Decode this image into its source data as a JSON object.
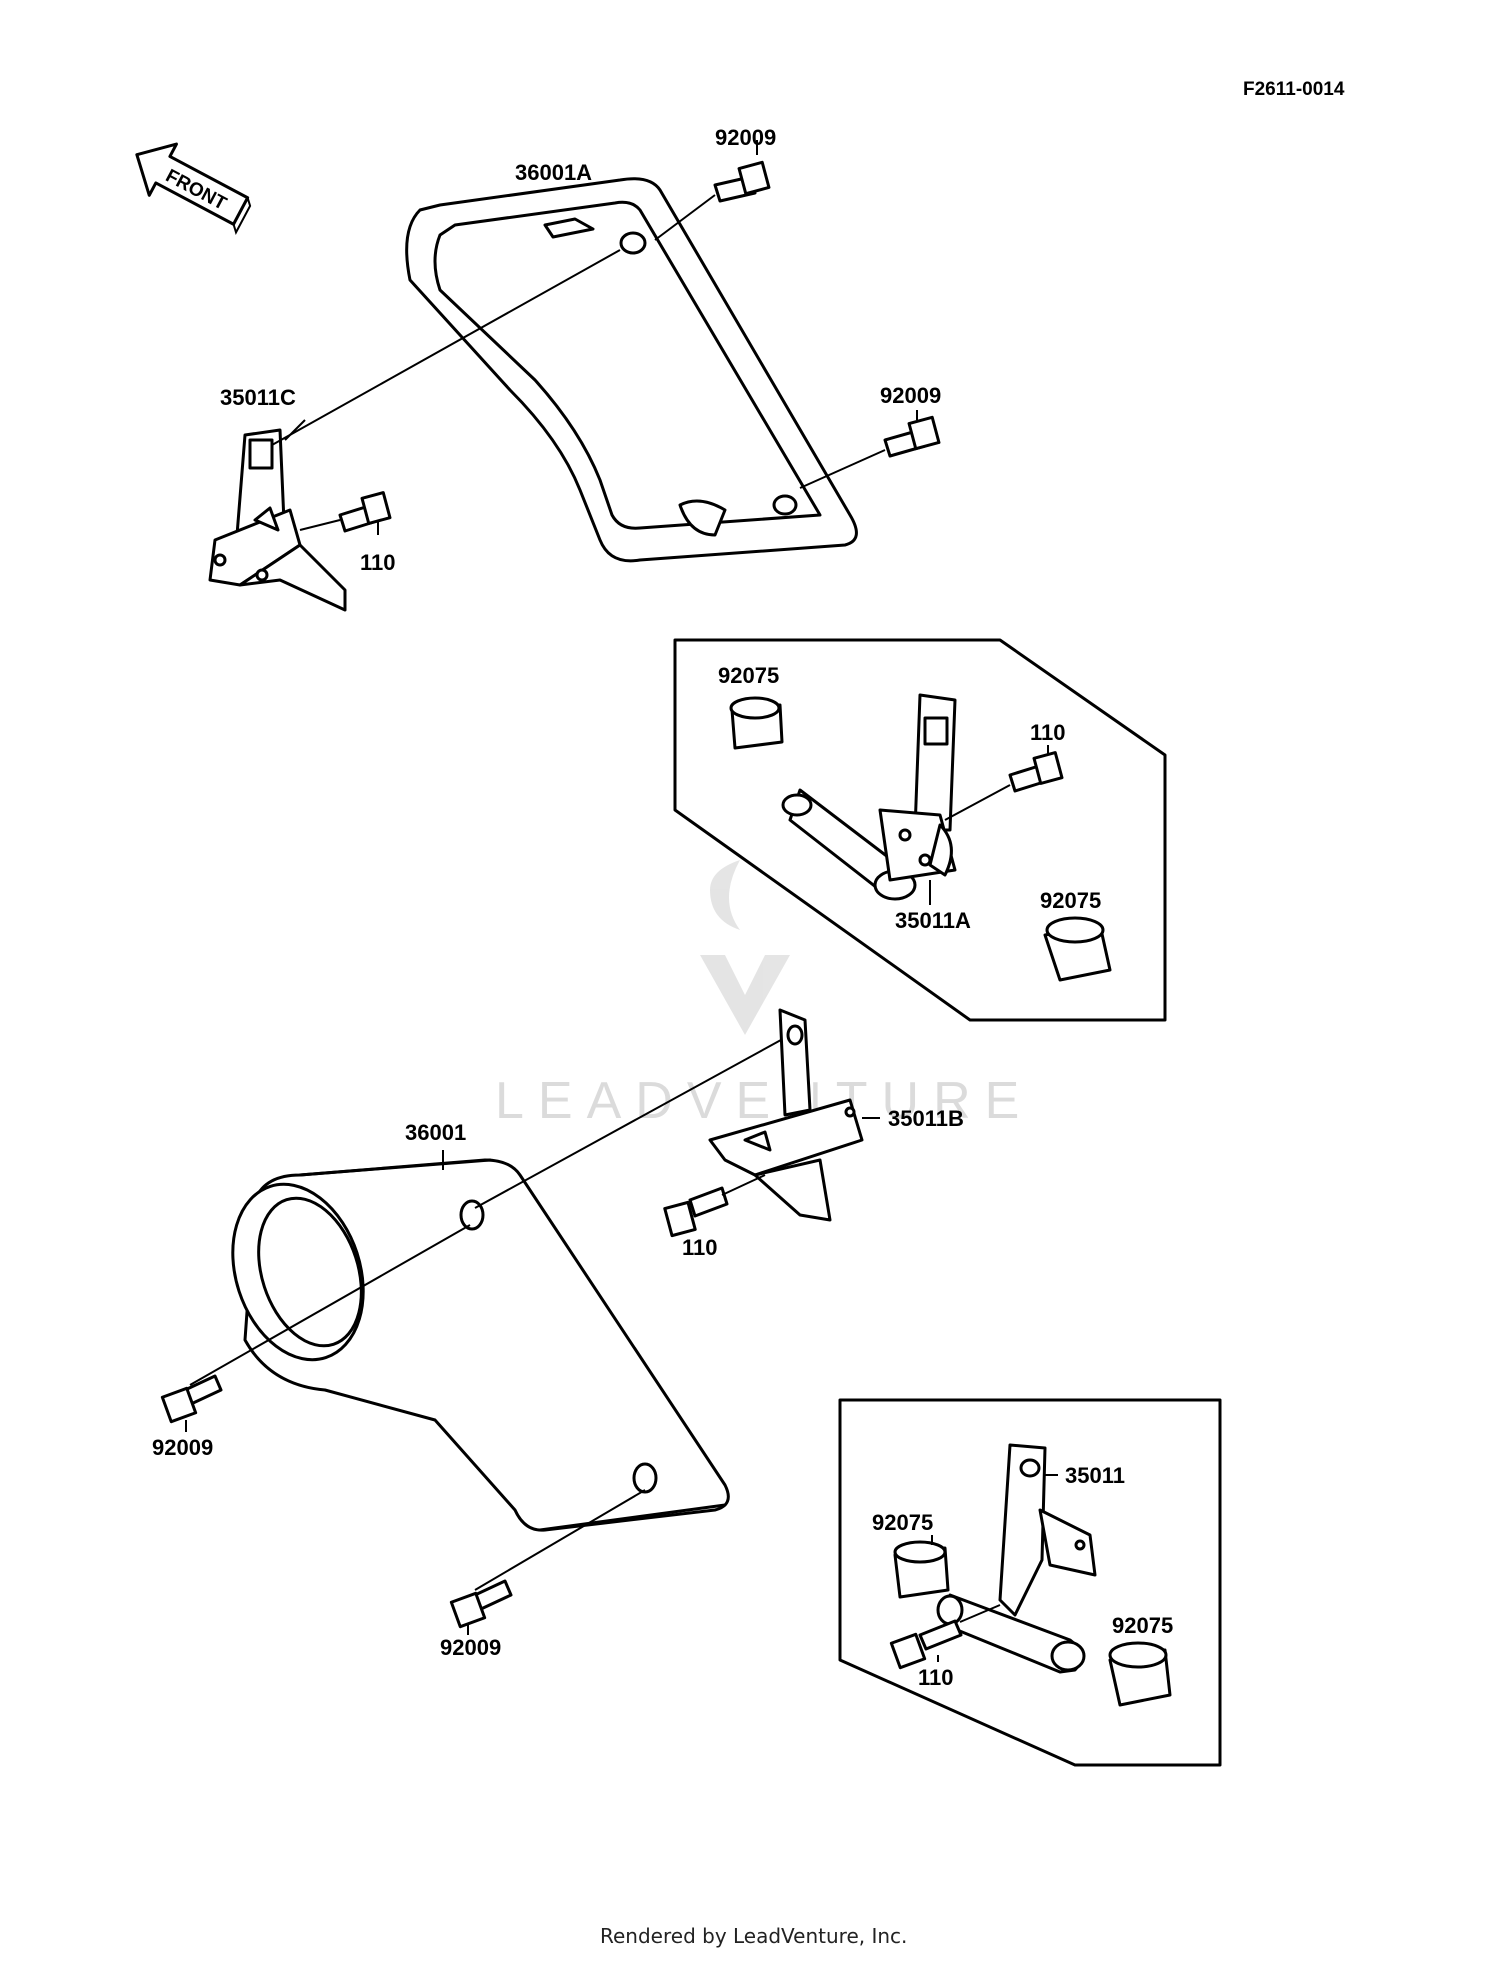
{
  "figure_code": "F2611-0014",
  "front_arrow_label": "FRONT",
  "watermark_text": "LEADVENTURE",
  "callouts": {
    "c_36001A": "36001A",
    "c_92009_top": "92009",
    "c_35011C": "35011C",
    "c_92009_mid": "92009",
    "c_110_top": "110",
    "c_92075_box1a": "92075",
    "c_110_box1": "110",
    "c_35011A": "35011A",
    "c_92075_box1b": "92075",
    "c_35011B": "35011B",
    "c_36001": "36001",
    "c_110_mid": "110",
    "c_92009_left": "92009",
    "c_92009_bottom": "92009",
    "c_35011": "35011",
    "c_92075_box2a": "92075",
    "c_110_box2": "110",
    "c_92075_box2b": "92075"
  },
  "footer_text": "Rendered by LeadVenture, Inc."
}
